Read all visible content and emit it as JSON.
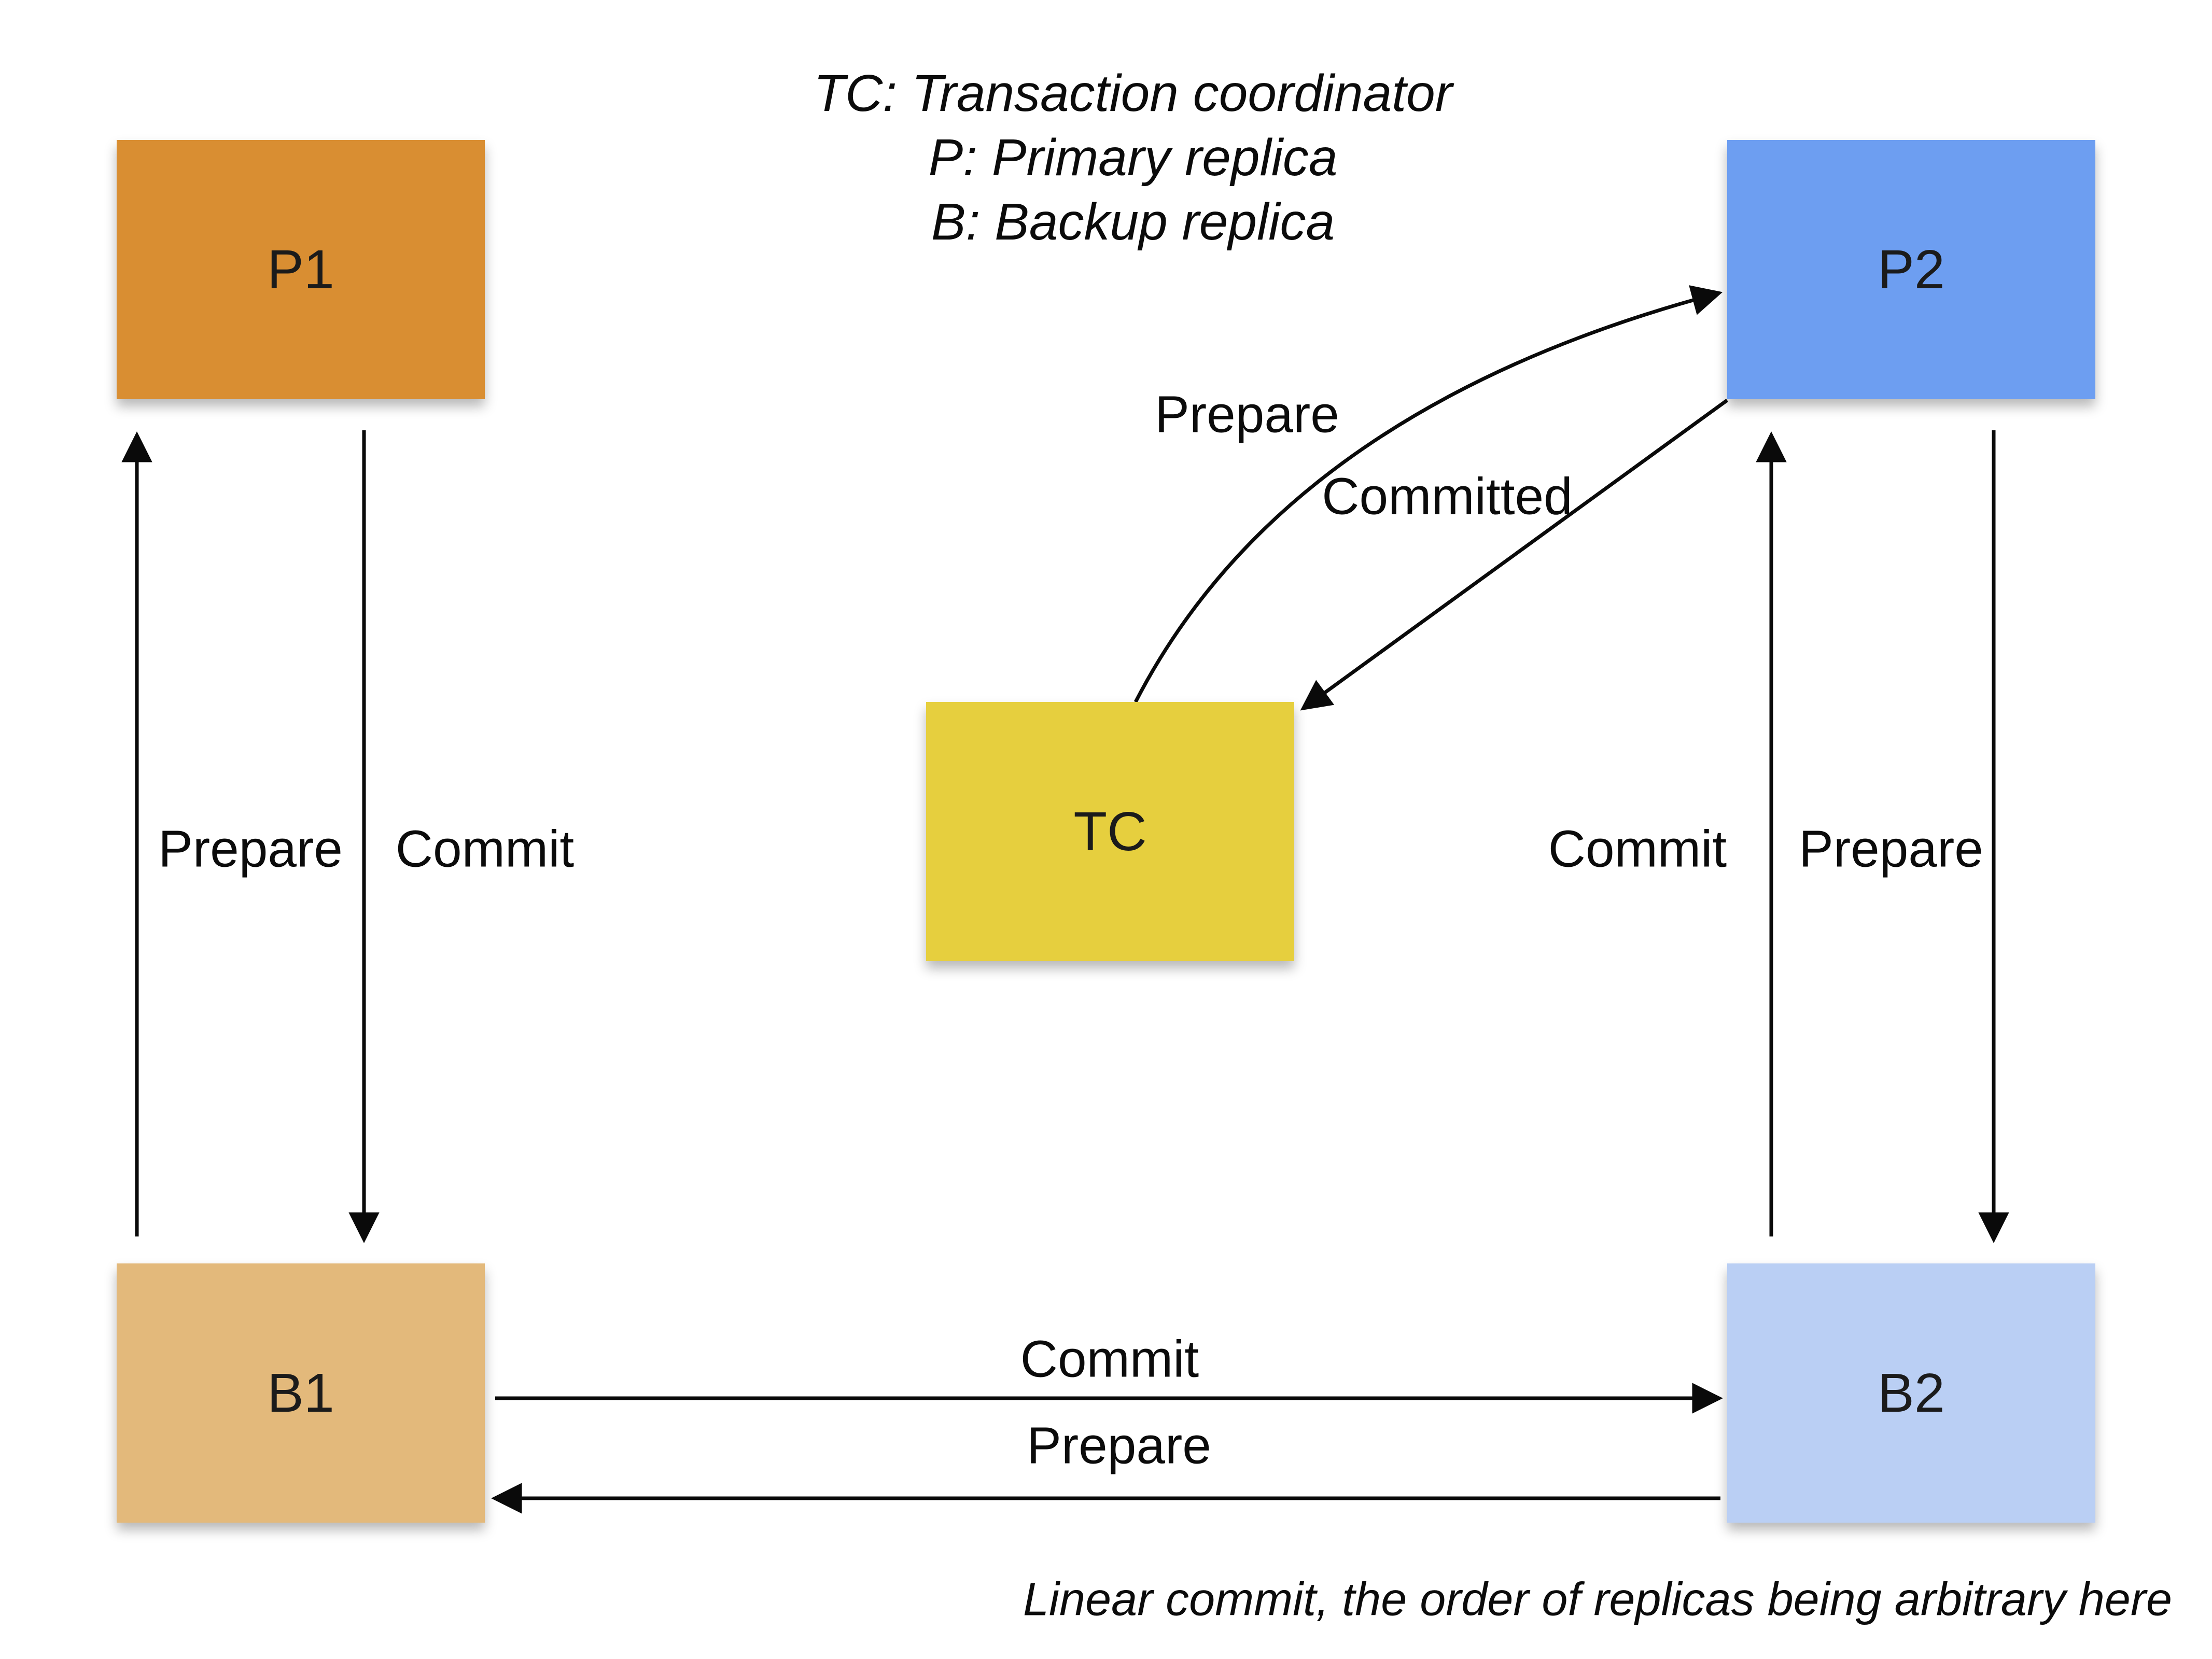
{
  "legend": {
    "lines": [
      "TC: Transaction coordinator",
      "P: Primary replica",
      "B: Backup replica"
    ]
  },
  "nodes": [
    {
      "id": "p1",
      "label": "P1",
      "role": "primary-replica",
      "color": "#D98E32"
    },
    {
      "id": "p2",
      "label": "P2",
      "role": "primary-replica",
      "color": "#6D9EF1"
    },
    {
      "id": "tc",
      "label": "TC",
      "role": "transaction-coordinator",
      "color": "#E6CF3E"
    },
    {
      "id": "b1",
      "label": "B1",
      "role": "backup-replica",
      "color": "#E3B97B"
    },
    {
      "id": "b2",
      "label": "B2",
      "role": "backup-replica",
      "color": "#BACFF4"
    }
  ],
  "edges": [
    {
      "from": "B1",
      "to": "P1",
      "label": "Prepare",
      "style": "straight-up"
    },
    {
      "from": "P1",
      "to": "B1",
      "label": "Commit",
      "style": "straight-down"
    },
    {
      "from": "B2",
      "to": "P2",
      "label": "Commit",
      "style": "straight-up"
    },
    {
      "from": "P2",
      "to": "B2",
      "label": "Prepare",
      "style": "straight-down"
    },
    {
      "from": "TC",
      "to": "P2",
      "label": "Prepare",
      "style": "curved"
    },
    {
      "from": "P2",
      "to": "TC",
      "label": "Committed",
      "style": "straight-diagonal"
    },
    {
      "from": "B1",
      "to": "B2",
      "label": "Commit",
      "style": "straight-right"
    },
    {
      "from": "B2",
      "to": "B1",
      "label": "Prepare",
      "style": "straight-left"
    }
  ],
  "caption": "Linear commit, the order of replicas being arbitrary here",
  "arrow_color": "#0a0a0a",
  "background_color": "#ffffff"
}
